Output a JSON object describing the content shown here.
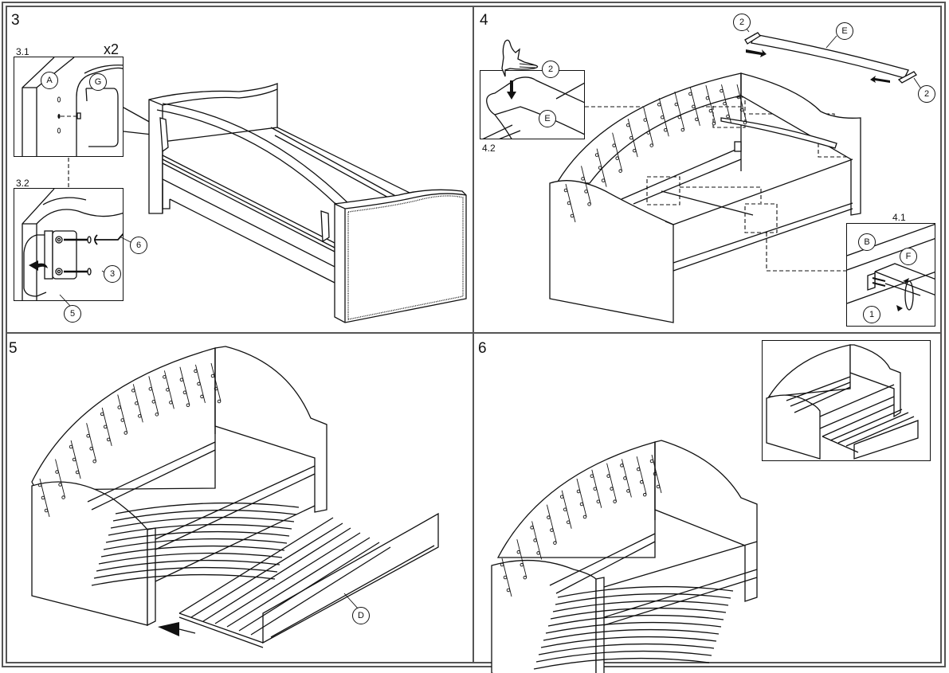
{
  "document": {
    "type": "assembly-instructions",
    "panels": [
      {
        "step": "3",
        "insets": [
          {
            "label": "3.1",
            "multiplier": "x2",
            "callouts": [
              "A",
              "G"
            ]
          },
          {
            "label": "3.2",
            "callouts": [
              "6",
              "3",
              "5"
            ]
          }
        ]
      },
      {
        "step": "4",
        "insets": [
          {
            "label": "4.2",
            "callouts": [
              "2",
              "E"
            ]
          },
          {
            "label": "4.1",
            "callouts": [
              "B",
              "F",
              "1"
            ]
          }
        ],
        "callouts": [
          "2",
          "E",
          "2"
        ]
      },
      {
        "step": "5",
        "callouts": [
          "D"
        ]
      },
      {
        "step": "6",
        "insets": [
          {
            "label": ""
          }
        ]
      }
    ]
  }
}
